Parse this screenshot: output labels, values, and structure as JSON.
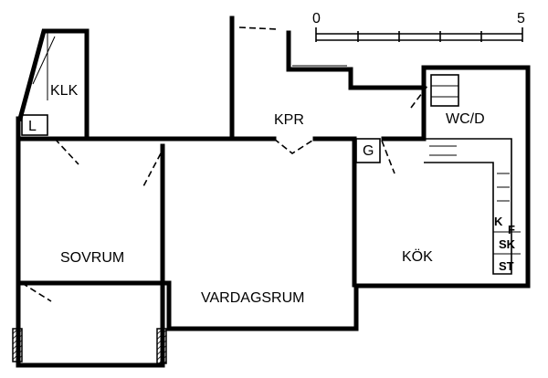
{
  "scale": {
    "start": "0",
    "end": "5"
  },
  "rooms": {
    "klk": "KLK",
    "klk_l": "L",
    "kpr": "KPR",
    "wc_d": "WC/D",
    "g": "G",
    "sovrum": "SOVRUM",
    "vardagsrum": "VARDAGSRUM",
    "kok": "KÖK"
  },
  "kitchen_units": {
    "k": "K",
    "f": "F",
    "sk": "SK",
    "st": "ST"
  }
}
